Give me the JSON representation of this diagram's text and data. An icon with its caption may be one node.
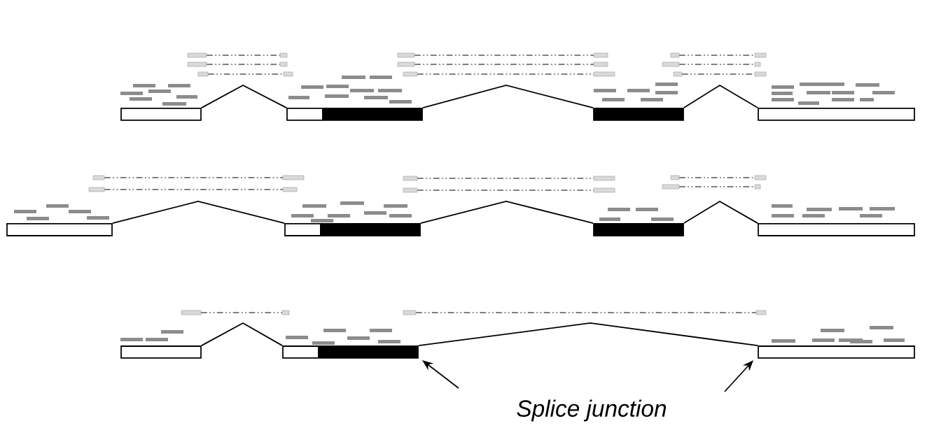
{
  "diagram": {
    "nodes": [
      {
        "text": [],
        "shape": "box"
      },
      {
        "text": [],
        "shape": "box"
      },
      {
        "text": [],
        "shape": "box"
      },
      {
        "text": [],
        "shape": "box"
      },
      {
        "text": [],
        "shape": "box"
      },
      {
        "text": [],
        "shape": "box"
      },
      {
        "text": [],
        "shape": "box"
      },
      {
        "text": [],
        "shape": "box"
      },
      {
        "text": [],
        "shape": "box"
      },
      {
        "text": [],
        "shape": "box"
      },
      {
        "text": [],
        "shape": "box"
      }
    ],
    "edges": [
      {
        "from": 0,
        "to": 1,
        "arrow": "none"
      },
      {
        "from": 1,
        "to": 2,
        "arrow": "none"
      },
      {
        "from": 2,
        "to": 3,
        "arrow": "none"
      },
      {
        "from": 4,
        "to": 5,
        "arrow": "none"
      },
      {
        "from": 5,
        "to": 6,
        "arrow": "none"
      },
      {
        "from": 6,
        "to": 7,
        "arrow": "none"
      },
      {
        "from": 8,
        "to": 9,
        "arrow": "none"
      },
      {
        "from": 9,
        "to": 10,
        "arrow": "none"
      },
      {
        "from": null,
        "to": 9,
        "arrow": "to"
      },
      {
        "from": null,
        "to": 10,
        "arrow": "to"
      }
    ],
    "labels": [
      "Splice junction"
    ]
  }
}
